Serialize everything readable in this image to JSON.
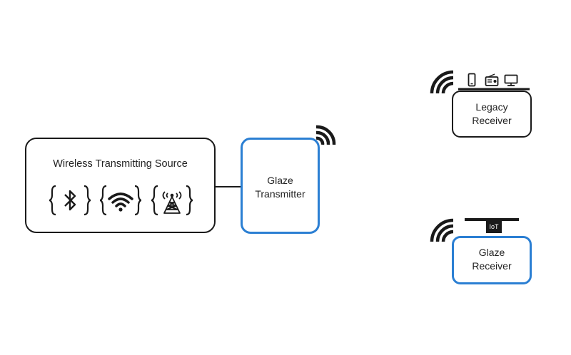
{
  "source": {
    "title": "Wireless Transmitting Source",
    "icons": [
      "bluetooth-icon",
      "wifi-icon",
      "cell-tower-icon"
    ]
  },
  "transmitter": {
    "label_line1": "Glaze",
    "label_line2": "Transmitter"
  },
  "legacy_receiver": {
    "label_line1": "Legacy",
    "label_line2": "Receiver",
    "device_icons": [
      "phone-icon",
      "radio-icon",
      "tv-icon"
    ]
  },
  "glaze_receiver": {
    "label_line1": "Glaze",
    "label_line2": "Receiver",
    "tag": "IoT"
  },
  "colors": {
    "accent": "#2b7fd3",
    "stroke": "#1a1a1a"
  }
}
